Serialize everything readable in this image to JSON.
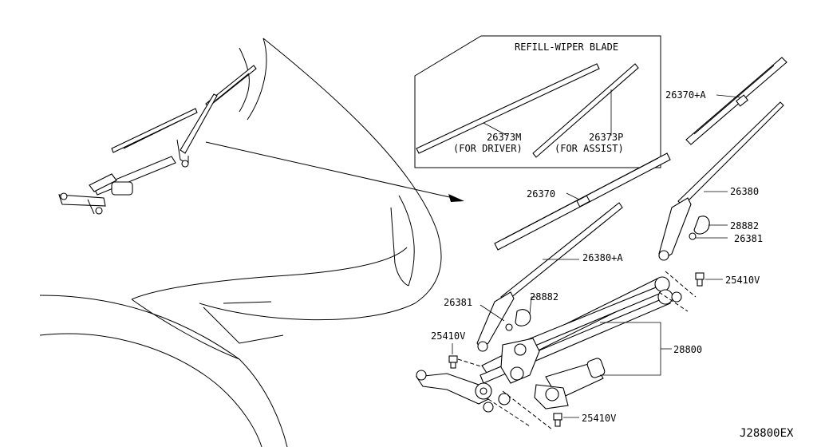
{
  "inset": {
    "title": "REFILL-WIPER BLADE"
  },
  "callouts": {
    "p26373m": "26373M",
    "p26373m_note": "(FOR DRIVER)",
    "p26373p": "26373P",
    "p26373p_note": "(FOR ASSIST)",
    "p26370a": "26370+A",
    "p26380": "26380",
    "p28882_right": "28882",
    "p26381_right": "26381",
    "p26370": "26370",
    "p26380a": "26380+A",
    "p25410v_right": "25410V",
    "p26381_left": "26381",
    "p28882_left": "28882",
    "p25410v_left": "25410V",
    "p28800": "28800",
    "p25410v_bottom": "25410V"
  },
  "diagram_code": "J28800EX"
}
